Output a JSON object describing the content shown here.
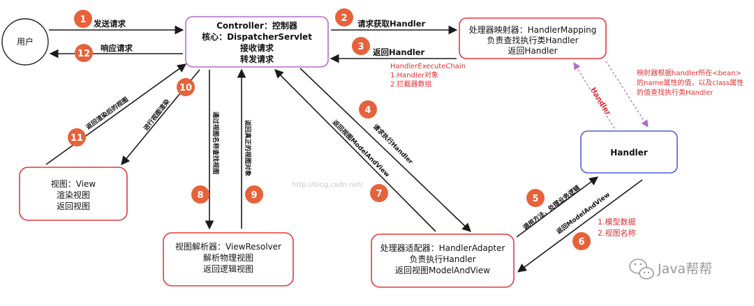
{
  "nodes": {
    "user": {
      "label": "用户"
    },
    "controller": {
      "lines": [
        "Controller：控制器",
        "核心：DispatcherServlet",
        "接收请求",
        "转发请求"
      ]
    },
    "mapping": {
      "lines": [
        "处理器映射器：HandlerMapping",
        "负责查找执行类Handler",
        "返回Handler"
      ]
    },
    "handler": {
      "label": "Handler"
    },
    "adapter": {
      "lines": [
        "处理器适配器：HandlerAdapter",
        "负责执行Handler",
        "返回视图ModelAndView"
      ]
    },
    "resolver": {
      "lines": [
        "视图解析器：ViewResolver",
        "解析物理视图",
        "返回逻辑视图"
      ]
    },
    "view": {
      "lines": [
        "视图：View",
        "渲染视图",
        "返回视图"
      ]
    }
  },
  "steps": [
    {
      "num": "1",
      "label": "发送请求"
    },
    {
      "num": "2",
      "label": "请求获取Handler"
    },
    {
      "num": "3",
      "label": "返回Handler"
    },
    {
      "num": "4",
      "label": "请求执行Handler"
    },
    {
      "num": "5",
      "label": "调用方法，处理业务逻辑"
    },
    {
      "num": "6",
      "label": "返回ModelAndView"
    },
    {
      "num": "7",
      "label": "返回视图ModelAndView"
    },
    {
      "num": "8",
      "label": "通过视图名称查找视图"
    },
    {
      "num": "9",
      "label": "返回真正的视图对象"
    },
    {
      "num": "10",
      "label": "进行视图渲染"
    },
    {
      "num": "11",
      "label": "返回渲染后的视图"
    },
    {
      "num": "12",
      "label": "响应请求"
    }
  ],
  "notes": {
    "execution_chain": [
      "HandlerExecuteChain",
      "1.Handler对象",
      "2.拦截器数组"
    ],
    "mapper_rule": [
      "映射器根据handler所在<bean>",
      "的name属性的值，以及class属性",
      "的值查找执行类Handler"
    ],
    "handler_dashed_label": "Handler",
    "model_view": [
      "1.模型数据",
      "2.视图名称"
    ]
  },
  "watermark": "http://blog.csdn.net/",
  "branding": {
    "text": "Java帮帮",
    "icon": "wechat-icon"
  },
  "colors": {
    "red_box": "#e0393e",
    "purple_box": "#b36bc9",
    "blue_box": "#4a5bd6",
    "circle": "#e6623a",
    "dashed": "#b36bc9",
    "note_red": "#e03030"
  }
}
